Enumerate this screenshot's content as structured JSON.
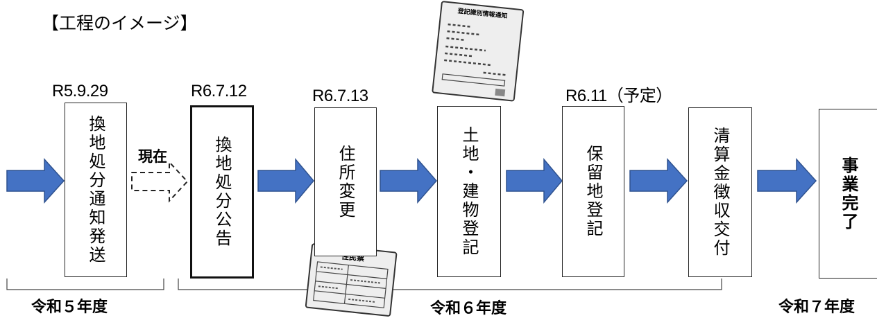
{
  "heading": "【工程のイメージ】",
  "current_label": "現在",
  "steps": [
    {
      "date": "R5.9.29",
      "label": "換地処分通知発送"
    },
    {
      "date": "R6.7.12",
      "label": "換地処分公告"
    },
    {
      "date": "R6.7.13",
      "label": "住所変更"
    },
    {
      "date": "",
      "label": "土地・建物登記"
    },
    {
      "date": "R6.11（予定）",
      "label": "保留地登記"
    },
    {
      "date": "",
      "label": "清算金徴収交付"
    },
    {
      "date": "",
      "label": "事業完了"
    }
  ],
  "fiscal_years": [
    "令和５年度",
    "令和６年度",
    "令和７年度"
  ],
  "illustrations": {
    "notice_paper_title": "登記識別情報通知",
    "resident_paper_title": "住民票"
  },
  "colors": {
    "arrow_fill": "#4472c4",
    "arrow_stroke": "#2f528f",
    "box_border": "#222222"
  }
}
